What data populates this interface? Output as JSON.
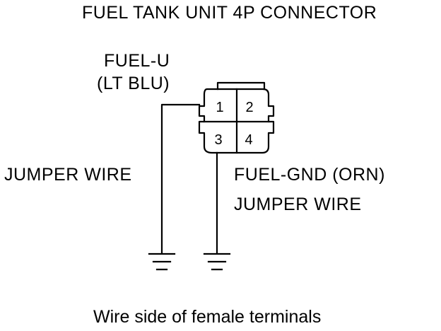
{
  "title": "FUEL TANK UNIT 4P CONNECTOR",
  "labels": {
    "fuel_u_signal": "FUEL-U",
    "fuel_u_color": "(LT BLU)",
    "jumper_wire_left": "JUMPER WIRE",
    "fuel_gnd": "FUEL-GND (ORN)",
    "jumper_wire_right": "JUMPER WIRE"
  },
  "connector": {
    "pins": [
      "1",
      "2",
      "3",
      "4"
    ]
  },
  "caption": "Wire side of female terminals",
  "colors": {
    "line": "#000000",
    "background": "#ffffff"
  }
}
